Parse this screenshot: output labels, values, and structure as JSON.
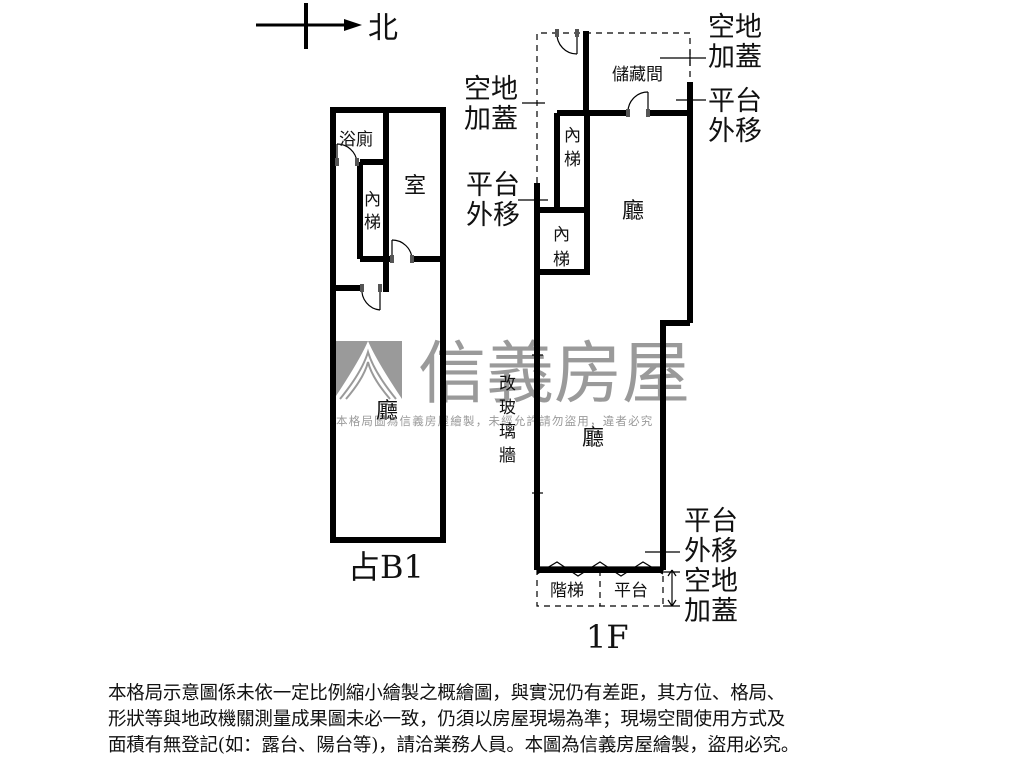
{
  "compass": {
    "direction_label": "北",
    "icon": "north-arrow-icon"
  },
  "watermark": {
    "brand": "信義房屋",
    "notice": "本格局圖為信義房屋繪製，未經允許請勿盜用，違者必究",
    "color": "#9a9a9a"
  },
  "floor_b1": {
    "title": "占B1",
    "rooms": {
      "bath": "浴廁",
      "bedroom": "室",
      "stair_1": "內",
      "stair_2": "梯",
      "living": "廳"
    }
  },
  "floor_1f": {
    "title": "1F",
    "rooms": {
      "storage": "儲藏間",
      "stair_a_1": "內",
      "stair_a_2": "梯",
      "stair_b_1": "內",
      "stair_b_2": "梯",
      "living_upper": "廳",
      "living_lower": "廳",
      "glass_wall": [
        "改",
        "玻",
        "璃",
        "牆"
      ],
      "front_stairs": "階梯",
      "front_platform": "平台"
    },
    "annotations": {
      "top_right_addition": [
        "空地",
        "加蓋"
      ],
      "top_right_platform": [
        "平台",
        "外移"
      ],
      "left_addition": [
        "空地",
        "加蓋"
      ],
      "left_platform": [
        "平台",
        "外移"
      ],
      "bottom_platform": [
        "平台",
        "外移"
      ],
      "bottom_addition": [
        "空地",
        "加蓋"
      ]
    }
  },
  "disclaimer": {
    "lines": [
      "本格局示意圖係未依一定比例縮小繪製之概繪圖，與實況仍有差距，其方位、格局、",
      "形狀等與地政機關測量成果圖未必一致，仍須以房屋現場為準；現場空間使用方式及",
      "面積有無登記(如：露台、陽台等)，請洽業務人員。本圖為信義房屋繪製，盜用必究。"
    ]
  }
}
